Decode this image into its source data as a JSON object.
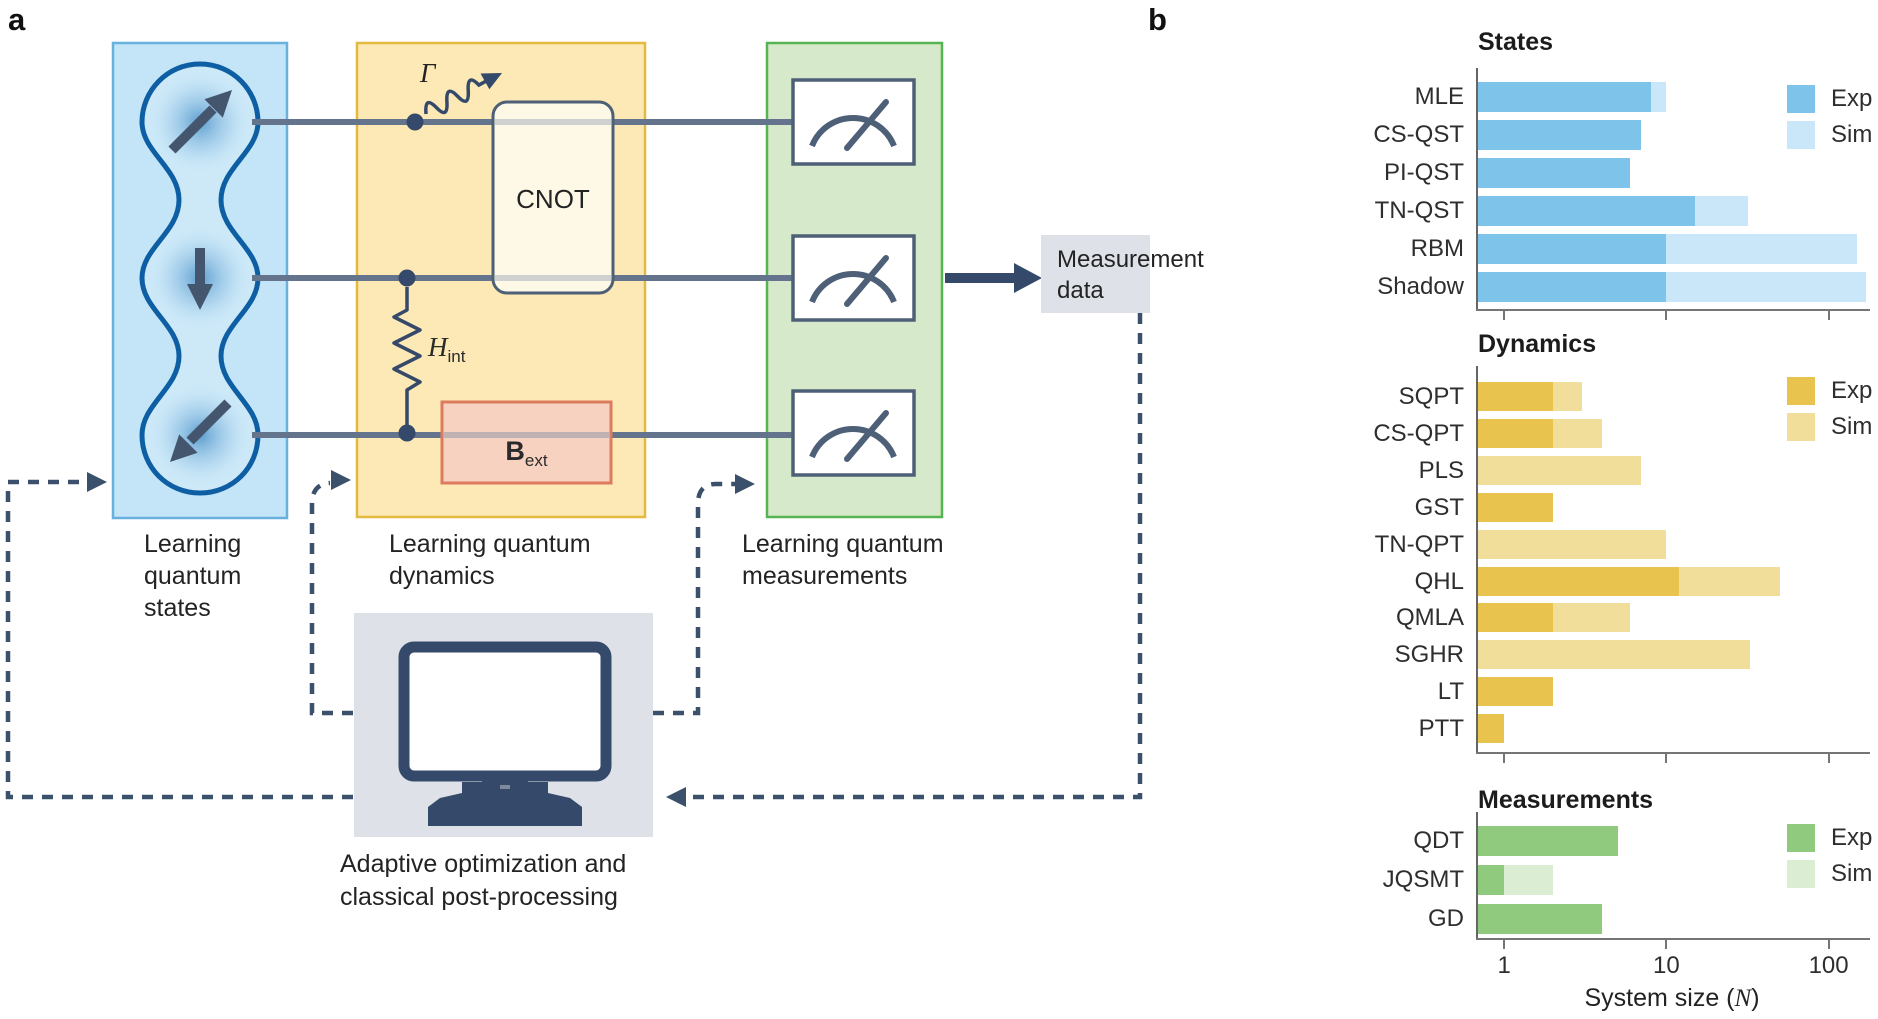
{
  "figure": {
    "panel_a_label": "a",
    "panel_b_label": "b"
  },
  "panel_a": {
    "states_box": {
      "caption_lines": [
        "Learning",
        "quantum",
        "states"
      ]
    },
    "dynamics_box": {
      "caption_lines": [
        "Learning quantum",
        "dynamics"
      ],
      "gamma_symbol": "Γ",
      "cnot_label": "CNOT",
      "hamiltonian_symbol": "H",
      "hamiltonian_subscript": "int",
      "field_symbol": "B",
      "field_subscript": "ext"
    },
    "measurements_box": {
      "caption_lines": [
        "Learning quantum",
        "measurements"
      ]
    },
    "measurement_data_box": {
      "lines": [
        "Measurement",
        "data"
      ]
    },
    "computer_caption_lines": [
      "Adaptive optimization and",
      "classical post-processing"
    ],
    "colors": {
      "states_fill": "#C3E5F7",
      "states_border": "#68B0DD",
      "dynamics_fill": "#FCE9B5",
      "dynamics_border": "#E3BA40",
      "measurements_fill": "#D6E9CA",
      "measurements_border": "#58B353",
      "wire": "#64748C",
      "navy": "#35496A",
      "gate_fill": "#FDFAEA",
      "gate_border": "#4E6077",
      "field_fill": "#F6CFC2",
      "field_border": "#DC7B60",
      "panel_fill": "#DEE2E8",
      "qubit_outline": "#0E5EA4"
    }
  },
  "chart_data": {
    "type": "bar",
    "orientation": "horizontal",
    "x_scale": "log",
    "x_ticks": [
      1,
      10,
      100
    ],
    "x_range": [
      0.69,
      170
    ],
    "xlabel_prefix": "System size (",
    "xlabel_var": "N",
    "xlabel_suffix": ")",
    "legend_position": "top-right",
    "grid": false,
    "charts": [
      {
        "title": "States",
        "legend": [
          "Exp",
          "Sim"
        ],
        "color_exp": "#7EC3EA",
        "color_sim": "#C9E7F9",
        "rows": [
          {
            "label": "MLE",
            "exp": 8,
            "sim": 10
          },
          {
            "label": "CS-QST",
            "exp": 7,
            "sim": null
          },
          {
            "label": "PI-QST",
            "exp": 6,
            "sim": null
          },
          {
            "label": "TN-QST",
            "exp": 15,
            "sim": 32
          },
          {
            "label": "RBM",
            "exp": 10,
            "sim": 150
          },
          {
            "label": "Shadow",
            "exp": 10,
            "sim": 170
          }
        ]
      },
      {
        "title": "Dynamics",
        "legend": [
          "Exp",
          "Sim"
        ],
        "color_exp": "#E8C44E",
        "color_sim": "#F2DE9B",
        "rows": [
          {
            "label": "SQPT",
            "exp": 2,
            "sim": 3
          },
          {
            "label": "CS-QPT",
            "exp": 2,
            "sim": 4
          },
          {
            "label": "PLS",
            "exp": null,
            "sim": 7
          },
          {
            "label": "GST",
            "exp": 2,
            "sim": null
          },
          {
            "label": "TN-QPT",
            "exp": null,
            "sim": 10
          },
          {
            "label": "QHL",
            "exp": 12,
            "sim": 50
          },
          {
            "label": "QMLA",
            "exp": 2,
            "sim": 6
          },
          {
            "label": "SGHR",
            "exp": null,
            "sim": 33
          },
          {
            "label": "LT",
            "exp": 2,
            "sim": null
          },
          {
            "label": "PTT",
            "exp": 1,
            "sim": null
          }
        ]
      },
      {
        "title": "Measurements",
        "legend": [
          "Exp",
          "Sim"
        ],
        "color_exp": "#90CA7E",
        "color_sim": "#DBEDD2",
        "rows": [
          {
            "label": "QDT",
            "exp": 5,
            "sim": null
          },
          {
            "label": "JQSMT",
            "exp": 1,
            "sim": 2
          },
          {
            "label": "GD",
            "exp": 4,
            "sim": null
          }
        ]
      }
    ]
  }
}
